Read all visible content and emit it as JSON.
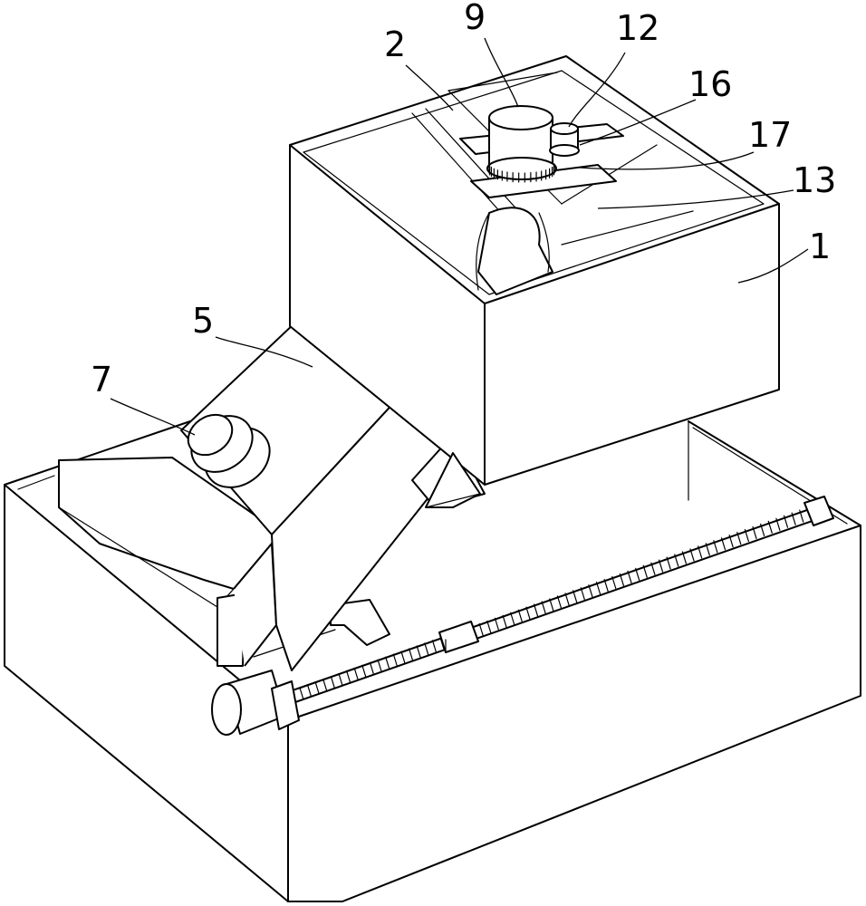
{
  "figure": {
    "labels": [
      "9",
      "12",
      "2",
      "16",
      "17",
      "13",
      "1",
      "5",
      "7"
    ]
  }
}
